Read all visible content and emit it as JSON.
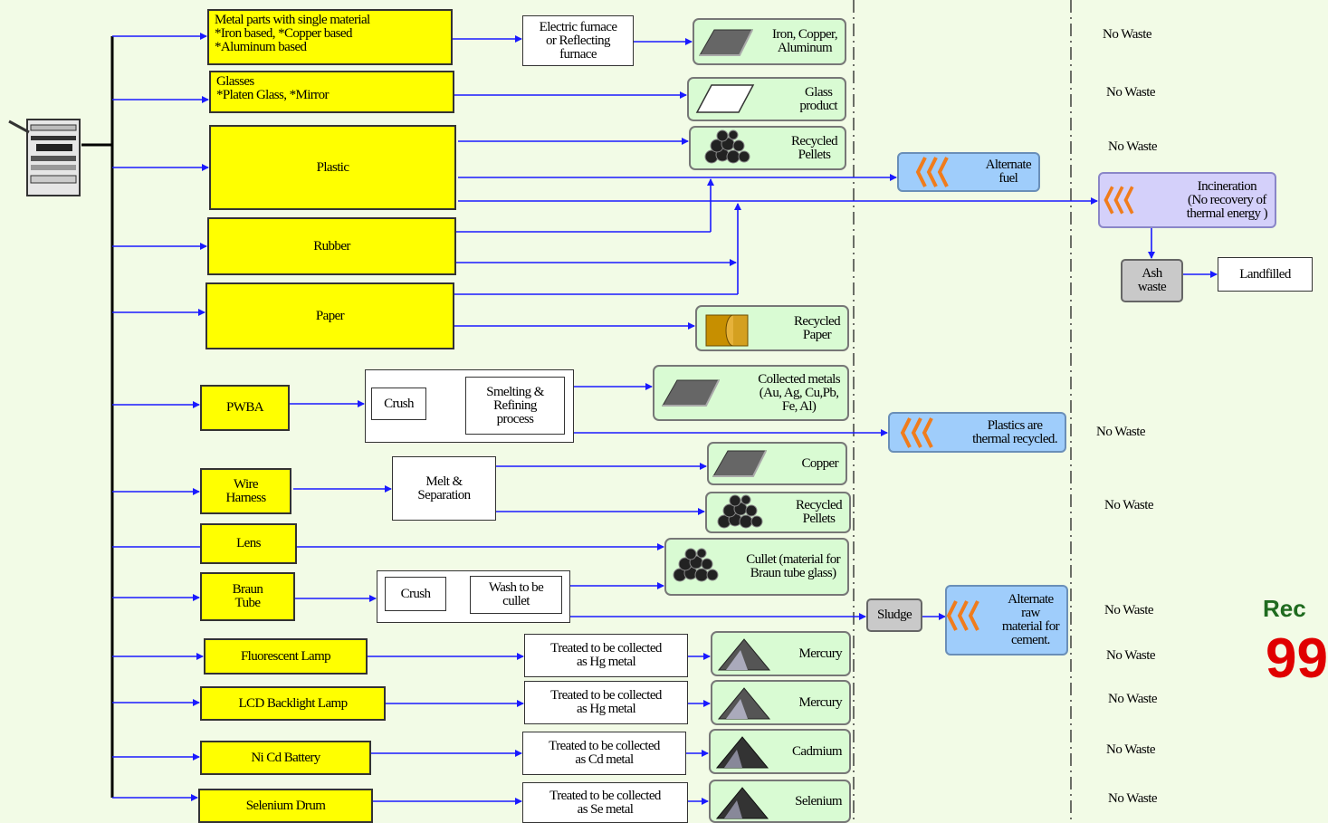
{
  "colors": {
    "arrow": "#1a1aff",
    "trunk": "#000000",
    "accent_red": "#e00000",
    "accent_green": "#1f6b1f"
  },
  "sources": {
    "metal": "Metal parts with single material\n*Iron based, *Copper based\n*Aluminum based",
    "glass": "Glasses\n*Platen Glass, *Mirror",
    "plastic": "Plastic",
    "rubber": "Rubber",
    "paper": "Paper",
    "pwba": "PWBA",
    "wire": "Wire\nHarness",
    "lens": "Lens",
    "braun": "Braun\nTube",
    "fluor": "Fluorescent Lamp",
    "lcd": "LCD Backlight Lamp",
    "nicd": "Ni Cd Battery",
    "selenium": "Selenium Drum"
  },
  "processes": {
    "furnace": "Electric furnace\nor Reflecting\nfurnace",
    "crush1": "Crush",
    "smelt": "Smelting &\nRefining\nprocess",
    "melt": "Melt &\nSeparation",
    "crush2": "Crush",
    "wash": "Wash to be\ncullet",
    "hg1": "Treated to be collected\nas Hg metal",
    "hg2": "Treated to be collected\nas Hg metal",
    "cd": "Treated to be collected\nas Cd metal",
    "se": "Treated to be collected\nas Se metal"
  },
  "products": {
    "iron": "Iron, Copper,\nAluminum",
    "glass": "Glass\nproduct",
    "pellets1": "Recycled\nPellets",
    "rpaper": "Recycled\nPaper",
    "metals": "Collected metals\n(Au, Ag, Cu,Pb,\nFe, Al)",
    "copper": "Copper",
    "pellets2": "Recycled\nPellets",
    "cullet": "Cullet (material for\nBraun tube glass)",
    "mercury1": "Mercury",
    "mercury2": "Mercury",
    "cadmium": "Cadmium",
    "selenium": "Selenium"
  },
  "energy": {
    "fuel": "Alternate\nfuel",
    "thermal": "Plastics are\nthermal recycled.",
    "sludge": "Sludge",
    "cement": "Alternate\nraw\nmaterial for\ncement.",
    "incin": "Incineration\n(No recovery of\nthermal energy )",
    "ash": "Ash\nwaste",
    "landfill": "Landfilled"
  },
  "waste": [
    "No Waste",
    "No Waste",
    "No Waste",
    "No Waste",
    "No Waste",
    "No Waste",
    "No Waste",
    "No Waste",
    "No Waste",
    "No Waste"
  ],
  "summary": {
    "label": "Rec",
    "value": "99"
  }
}
